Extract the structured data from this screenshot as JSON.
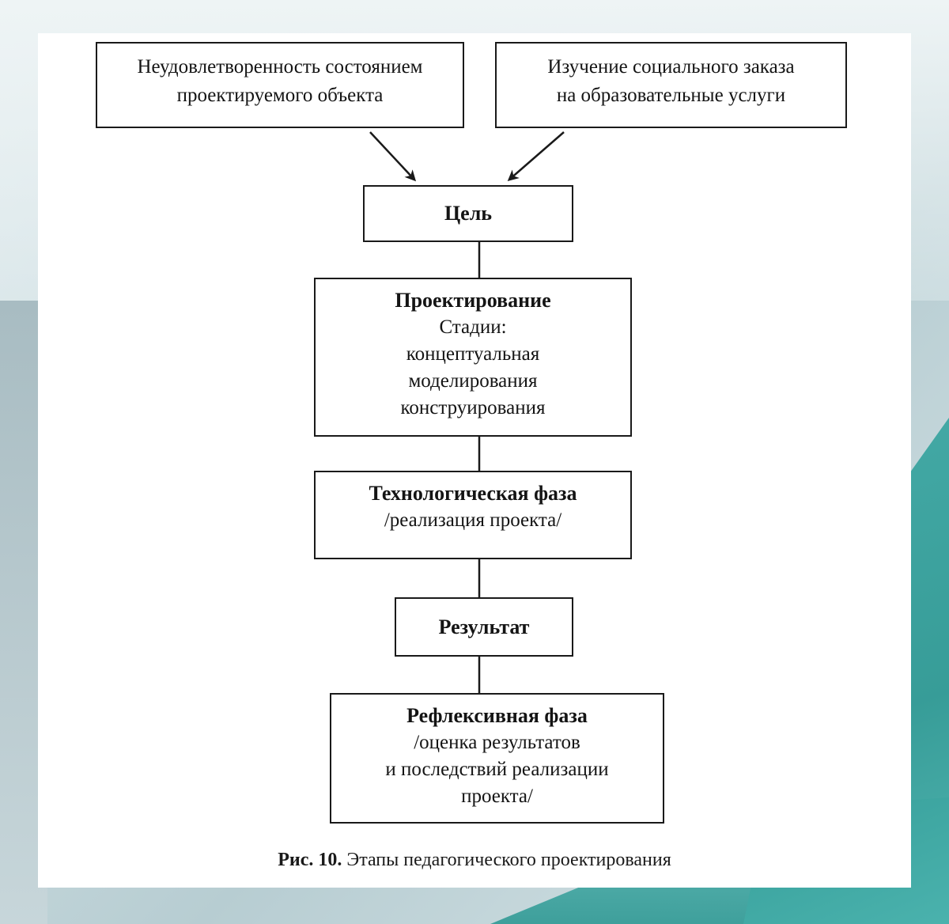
{
  "colors": {
    "card": "#ffffff",
    "ink": "#1a1a1a",
    "accent_teal": "#2f9994"
  },
  "diagram": {
    "boxes": {
      "dissatisfaction": {
        "lines": [
          "Неудовлетворенность состоянием",
          "проектируемого объекта"
        ]
      },
      "social_order": {
        "lines": [
          "Изучение социального заказа",
          "на образовательные услуги"
        ]
      },
      "goal": {
        "title": "Цель"
      },
      "design": {
        "title": "Проектирование",
        "lines": [
          "Стадии:",
          "концептуальная",
          "моделирования",
          "конструирования"
        ]
      },
      "technological": {
        "title": "Технологическая фаза",
        "lines": [
          "/реализация проекта/"
        ]
      },
      "result": {
        "title": "Результат"
      },
      "reflexive": {
        "title": "Рефлексивная фаза",
        "lines": [
          "/оценка результатов",
          "и последствий реализации",
          "проекта/"
        ]
      }
    },
    "caption": {
      "label": "Рис. 10.",
      "text": "Этапы педагогического проектирования"
    }
  }
}
